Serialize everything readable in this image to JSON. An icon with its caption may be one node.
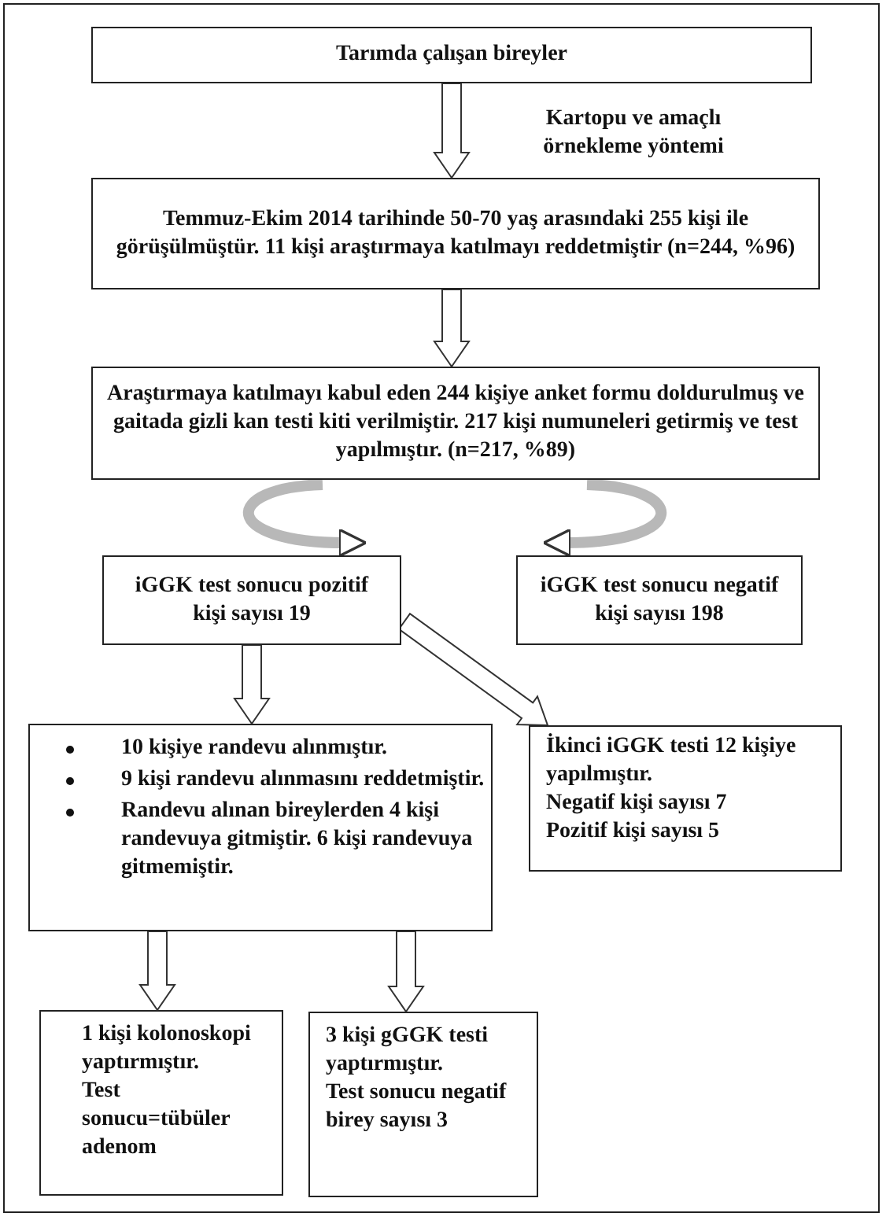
{
  "diagram": {
    "nodes": [
      {
        "text": [
          "Tarımda çalışan bireyler"
        ]
      },
      {
        "text": [
          "Temmuz-Ekim 2014 tarihinde 50-70 yaş arasındaki 255 kişi ile görüşülmüştür. 11 kişi araştırmaya katılmayı reddetmiştir (n=244, %96)"
        ]
      },
      {
        "text": [
          "Araştırmaya katılmayı kabul eden 244 kişiye anket formu doldurulmuş ve gaitada gizli kan testi kiti verilmiştir. 217 kişi numuneleri getirmiş ve test yapılmıştır. (n=217, %89)"
        ]
      },
      {
        "text": [
          "iGGK test sonucu pozitif kişi sayısı 19"
        ]
      },
      {
        "text": [
          "iGGK test sonucu negatif kişi sayısı 198"
        ]
      },
      {
        "text": [
          "10 kişiye randevu alınmıştır.",
          "9 kişi randevu alınmasını reddetmiştir.",
          "Randevu alınan bireylerden 4 kişi randevuya gitmiştir. 6 kişi randevuya gitmemiştir."
        ]
      },
      {
        "text": [
          "İkinci iGGK testi 12 kişiye yapılmıştır.",
          "Negatif kişi sayısı 7",
          "Pozitif kişi sayısı 5"
        ]
      },
      {
        "text": [
          "1 kişi kolonoskopi yaptırmıştır.",
          "Test sonucu=tübüler adenom"
        ]
      },
      {
        "text": [
          "3 kişi gGGK testi yaptırmıştır.",
          "Test sonucu negatif birey sayısı 3"
        ]
      }
    ],
    "edges": [
      {
        "from": 0,
        "to": 1,
        "arrow": "to",
        "label": "Kartopu ve amaçlı örnekleme yöntemi"
      },
      {
        "from": 1,
        "to": 2,
        "arrow": "to"
      },
      {
        "from": 2,
        "to": 3,
        "arrow": "to"
      },
      {
        "from": 2,
        "to": 4,
        "arrow": "to"
      },
      {
        "from": 3,
        "to": 5,
        "arrow": "to"
      },
      {
        "from": 3,
        "to": 6,
        "arrow": "to"
      },
      {
        "from": 5,
        "to": 7,
        "arrow": "to"
      },
      {
        "from": 5,
        "to": 8,
        "arrow": "to"
      }
    ]
  }
}
